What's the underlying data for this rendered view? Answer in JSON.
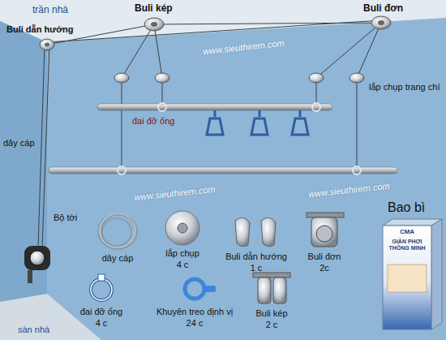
{
  "diagram": {
    "labels": [
      "trần nhà",
      "Buli kép",
      "Buli đơn",
      "Buli dẫn hướng",
      "lắp chụp trang chí",
      "đai đỡ ống",
      "dây cáp",
      "Bộ tời",
      "sàn nhà",
      "Bao bì",
      "dây cáp",
      "lắp chụp",
      "4 c",
      "Buli dẫn hướng",
      "1 c",
      "Buli đơn",
      "2c",
      "đai đỡ ống",
      "4 c",
      "Khuyên treo định vị",
      "24 c",
      "Buli kép",
      "2 c",
      "www.sieuthirem.com",
      "www.sieuthirem.com",
      "www.sieuthirem.com",
      "CMA",
      "GIÀN PHƠI THÔNG MINH"
    ]
  }
}
